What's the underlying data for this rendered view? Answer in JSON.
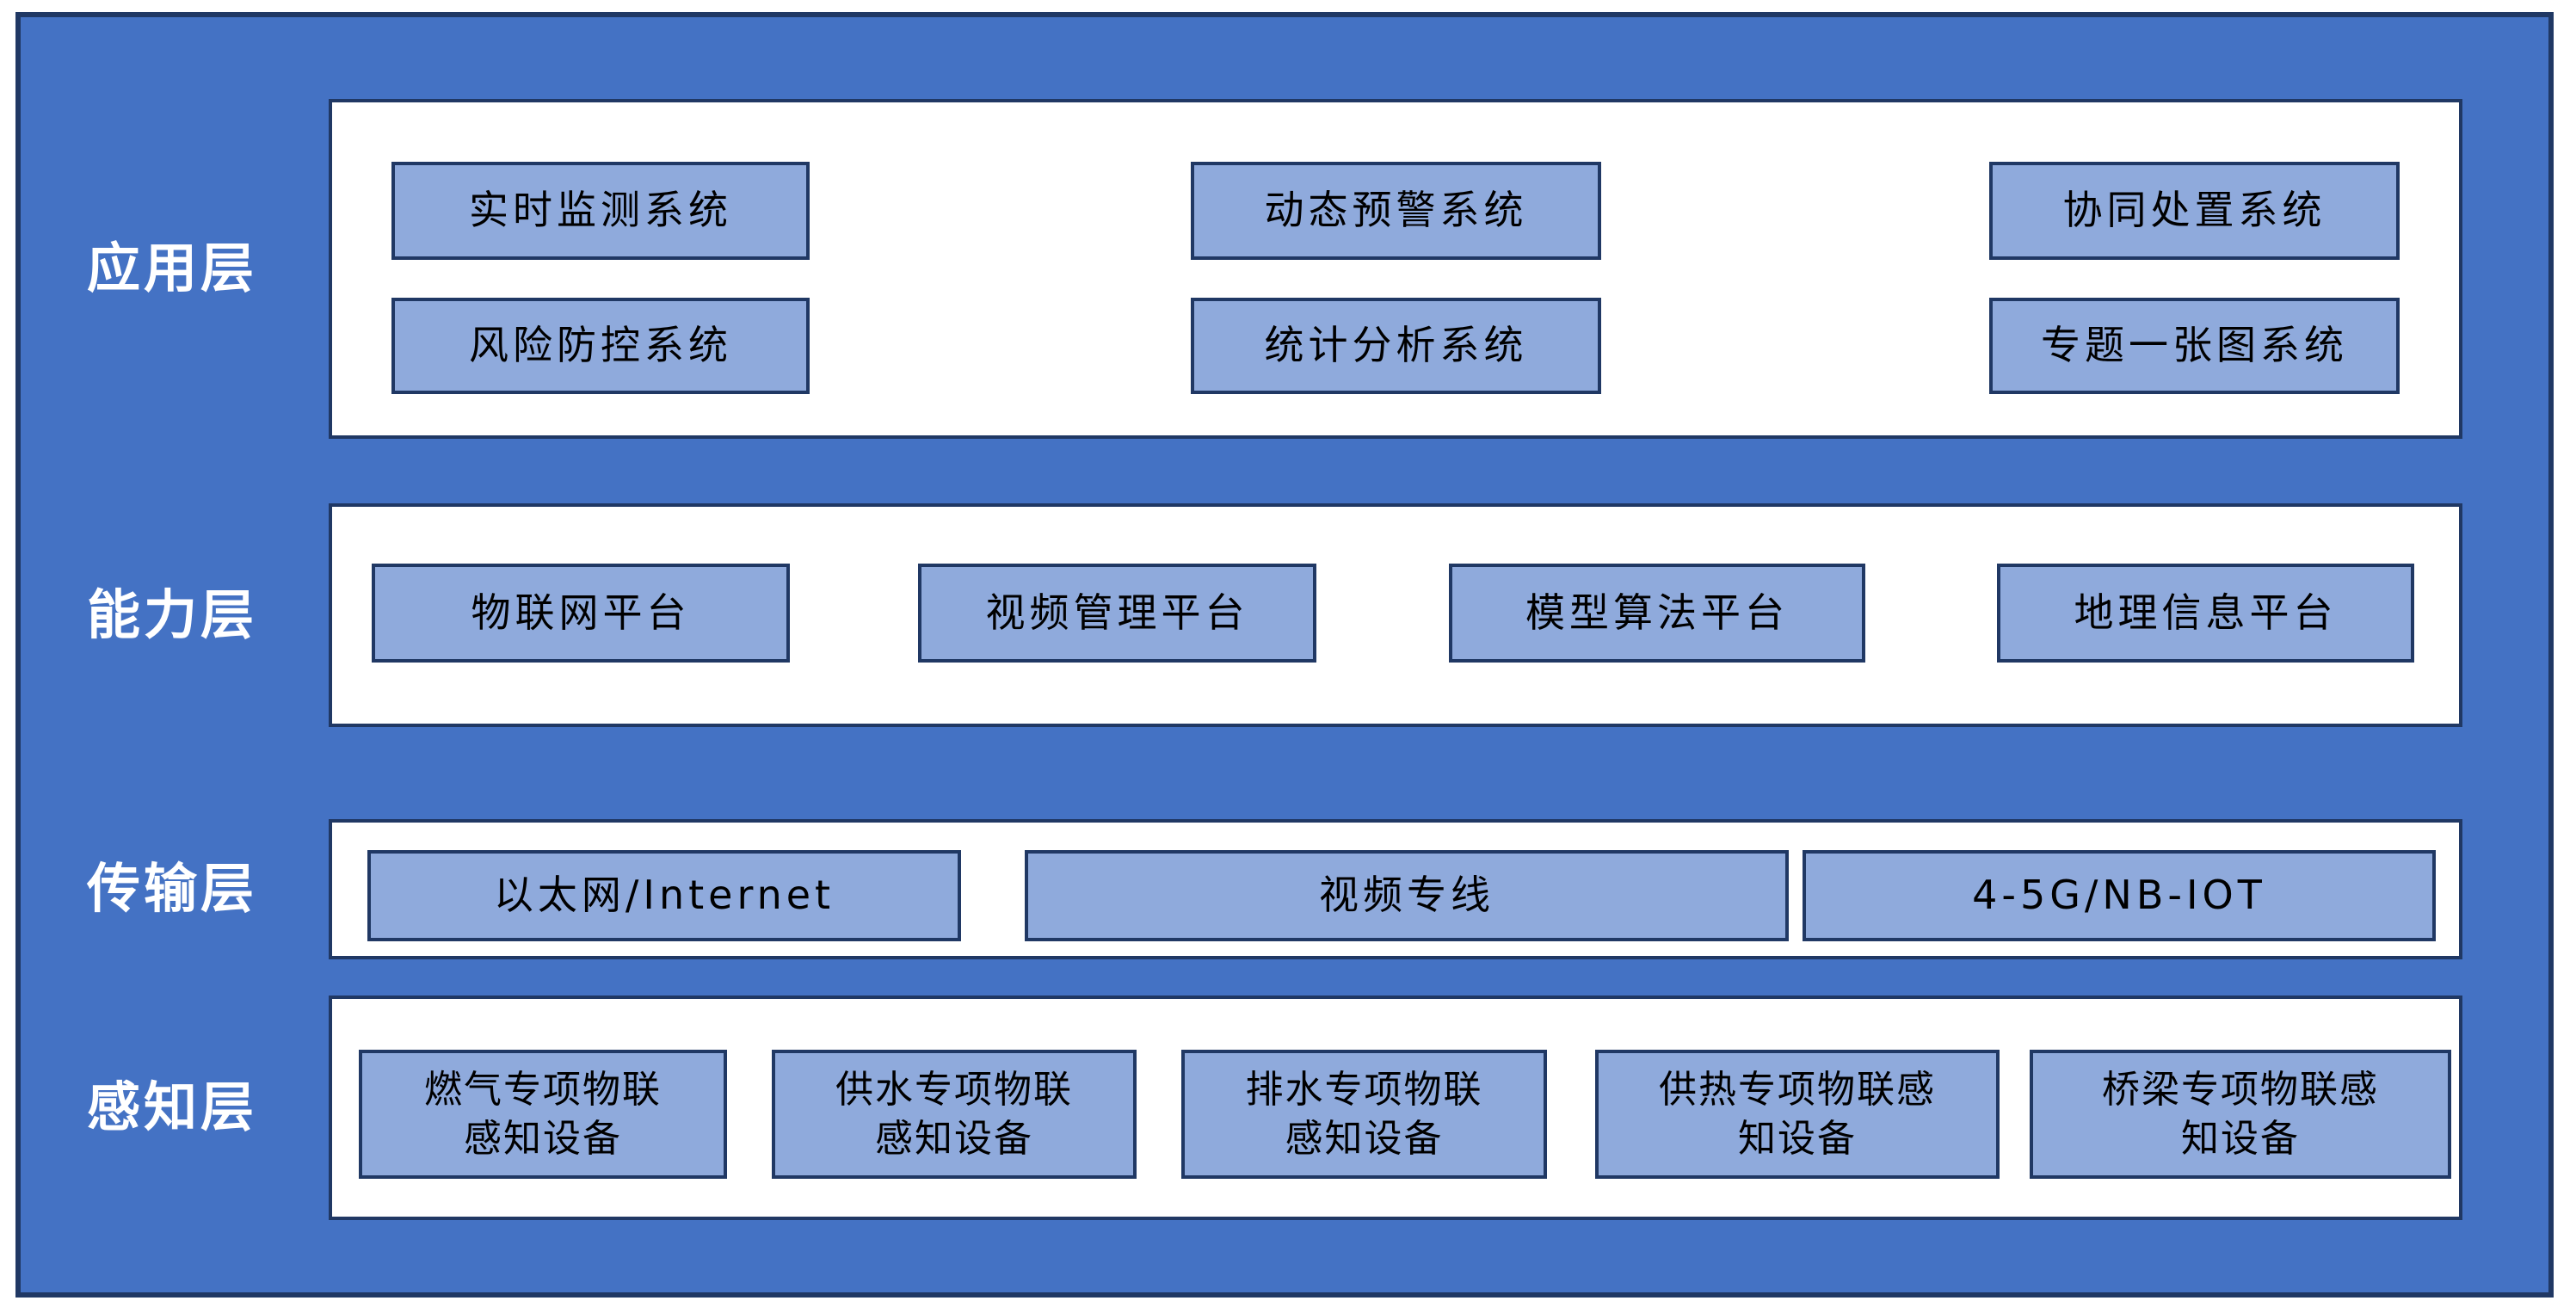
{
  "colors": {
    "canvas_bg": "#ffffff",
    "outer_fill": "#4472c4",
    "outer_border": "#203864",
    "panel_fill": "#ffffff",
    "panel_border": "#203864",
    "box_fill": "#8faadc",
    "box_border": "#203864",
    "label_text": "#ffffff",
    "box_text": "#000000"
  },
  "layers": [
    {
      "label": "应用层",
      "boxes": [
        {
          "label": "实时监测系统"
        },
        {
          "label": "动态预警系统"
        },
        {
          "label": "协同处置系统"
        },
        {
          "label": "风险防控系统"
        },
        {
          "label": "统计分析系统"
        },
        {
          "label": "专题一张图系统"
        }
      ]
    },
    {
      "label": "能力层",
      "boxes": [
        {
          "label": "物联网平台"
        },
        {
          "label": "视频管理平台"
        },
        {
          "label": "模型算法平台"
        },
        {
          "label": "地理信息平台"
        }
      ]
    },
    {
      "label": "传输层",
      "boxes": [
        {
          "label": "以太网/Internet"
        },
        {
          "label": "视频专线"
        },
        {
          "label": "4-5G/NB-IOT"
        }
      ]
    },
    {
      "label": "感知层",
      "boxes": [
        {
          "label": "燃气专项物联感知设备",
          "lines": [
            "燃气专项物联",
            "感知设备"
          ]
        },
        {
          "label": "供水专项物联感知设备",
          "lines": [
            "供水专项物联",
            "感知设备"
          ]
        },
        {
          "label": "排水专项物联感知设备",
          "lines": [
            "排水专项物联",
            "感知设备"
          ]
        },
        {
          "label": "供热专项物联感知设备",
          "lines": [
            "供热专项物联感",
            "知设备"
          ]
        },
        {
          "label": "桥梁专项物联感知设备",
          "lines": [
            "桥梁专项物联感",
            "知设备"
          ]
        }
      ]
    }
  ]
}
